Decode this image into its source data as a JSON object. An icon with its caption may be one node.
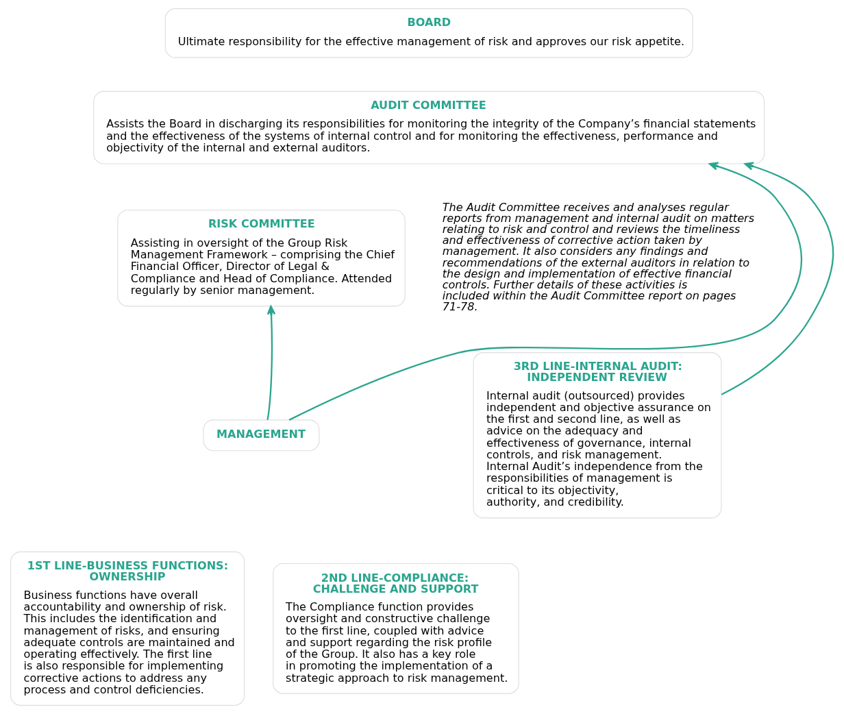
{
  "diagram": {
    "nodes": [
      {
        "text": [
          "BOARD",
          "Ultimate responsibility for the effective management of risk and approves our risk appetite."
        ]
      },
      {
        "text": [
          "AUDIT COMMITTEE",
          "Assists the Board in discharging its responsibilities for monitoring the integrity of the Company’s financial statements and the effectiveness of the systems of internal control and for monitoring the effectiveness, performance and objectivity of the internal and external auditors."
        ]
      },
      {
        "text": [
          "RISK COMMITTEE",
          "Assisting in oversight of the Group Risk Management Framework – comprising the Chief Financial Officer, Director of Legal & Compliance and Head of Compliance. Attended regularly by senior management."
        ]
      },
      {
        "text": [
          "MANAGEMENT"
        ]
      },
      {
        "text": [
          "1ST LINE-BUSINESS FUNCTIONS: OWNERSHIP",
          "Business functions have overall accountability and ownership of risk. This includes the identification and management of risks, and ensuring adequate controls are maintained and operating effectively. The first line is also responsible for implementing corrective actions to address any process and control deficiencies."
        ]
      },
      {
        "text": [
          "2ND LINE-COMPLIANCE: CHALLENGE AND SUPPORT",
          "The Compliance function provides oversight and constructive challenge to the first line, coupled with advice and support regarding the risk profile of the Group. It also has a key role in promoting the implementation of a strategic approach to risk management."
        ]
      },
      {
        "text": [
          "3RD LINE-INTERNAL AUDIT: INDEPENDENT REVIEW",
          "Internal audit (outsourced) provides independent and objective assurance on the first and second line, as well as advice on the adequacy and effectiveness of governance, internal controls, and risk management. Internal Audit’s independence from the responsibilities of management is critical to its objectivity, authority, and credibility."
        ]
      }
    ],
    "edges": [
      {
        "from": 3,
        "to": 2,
        "arrow": "to"
      },
      {
        "from": 3,
        "to": 1,
        "arrow": "to"
      },
      {
        "from": 6,
        "to": 1,
        "arrow": "to"
      }
    ],
    "labels": [
      "The Audit Committee receives and analyses regular reports from management and internal audit on matters relating to risk and control and reviews the timeliness and effectiveness of corrective action taken by management. It also considers any findings and recommendations of the external auditors in relation to the design and implementation of effective financial controls. Further details of these activities is included within the Audit Committee report on pages 71-78."
    ]
  }
}
